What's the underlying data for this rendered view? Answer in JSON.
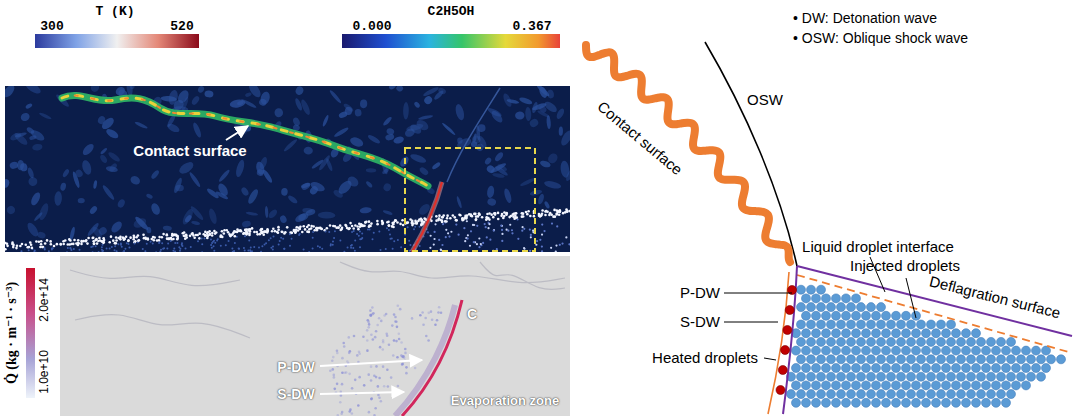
{
  "diagram": {
    "labels": [
      "T (K)",
      "300",
      "520",
      "C2H5OH",
      "0.000",
      "0.367",
      "Contact surface",
      "Q̇ (kg · m⁻¹ · s⁻³)",
      "2.0e+14",
      "1.0e+10",
      "C",
      "P-DW",
      "S-DW",
      "Evaporation zone",
      "• DW: Detonation wave",
      "• OSW: Oblique shock wave",
      "OSW",
      "Contact surface",
      "Liquid droplet interface",
      "Injected droplets",
      "Deflagration surface",
      "P-DW",
      "S-DW",
      "Heated droplets"
    ]
  }
}
